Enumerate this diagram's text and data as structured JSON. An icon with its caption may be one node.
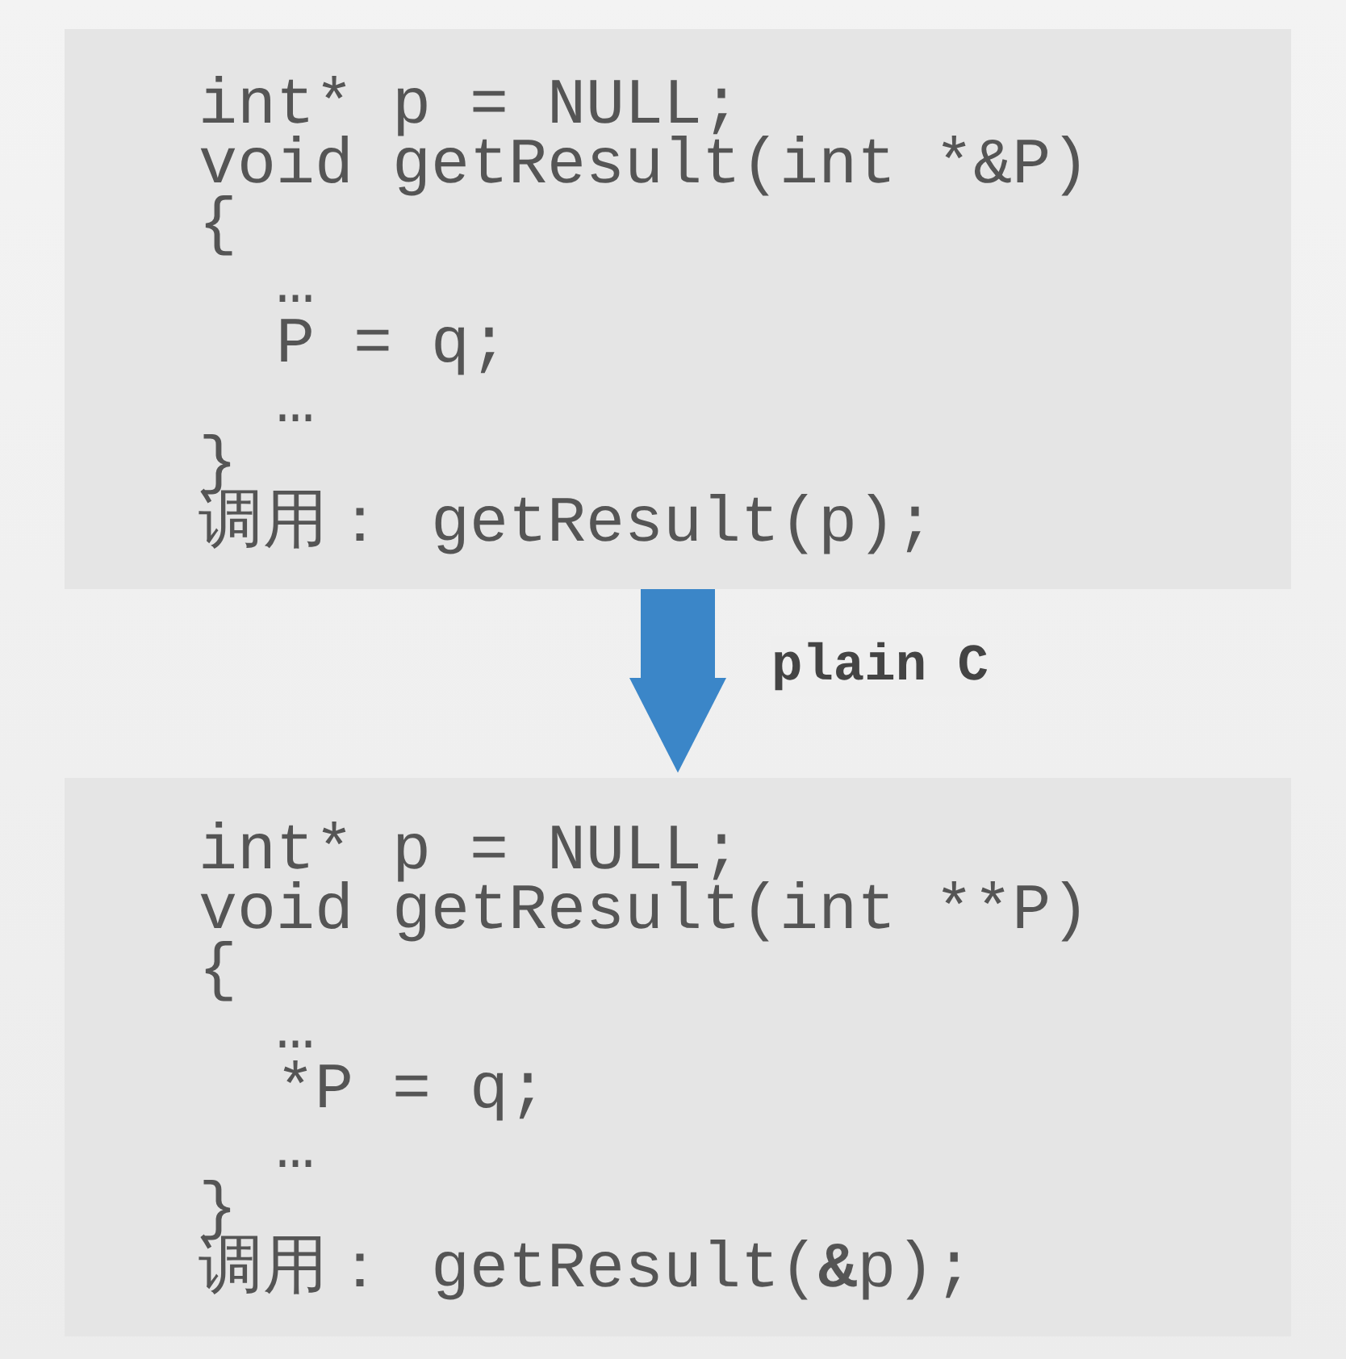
{
  "diagram": {
    "nodes": [
      {
        "text": [
          "int* p = NULL;",
          "void getResult(int *&P)",
          "{",
          "  …",
          "  P = q;",
          "  …",
          "}",
          "调用： getResult(p);"
        ]
      },
      {
        "text": [
          "int* p = NULL;",
          "void getResult(int **P)",
          "{",
          "  …",
          "  *P = q;",
          "  …",
          "}",
          "调用： getResult(**&**p);"
        ]
      }
    ],
    "edges": [
      {
        "from": 0,
        "to": 1,
        "arrow": "to",
        "label": "plain C"
      }
    ]
  }
}
